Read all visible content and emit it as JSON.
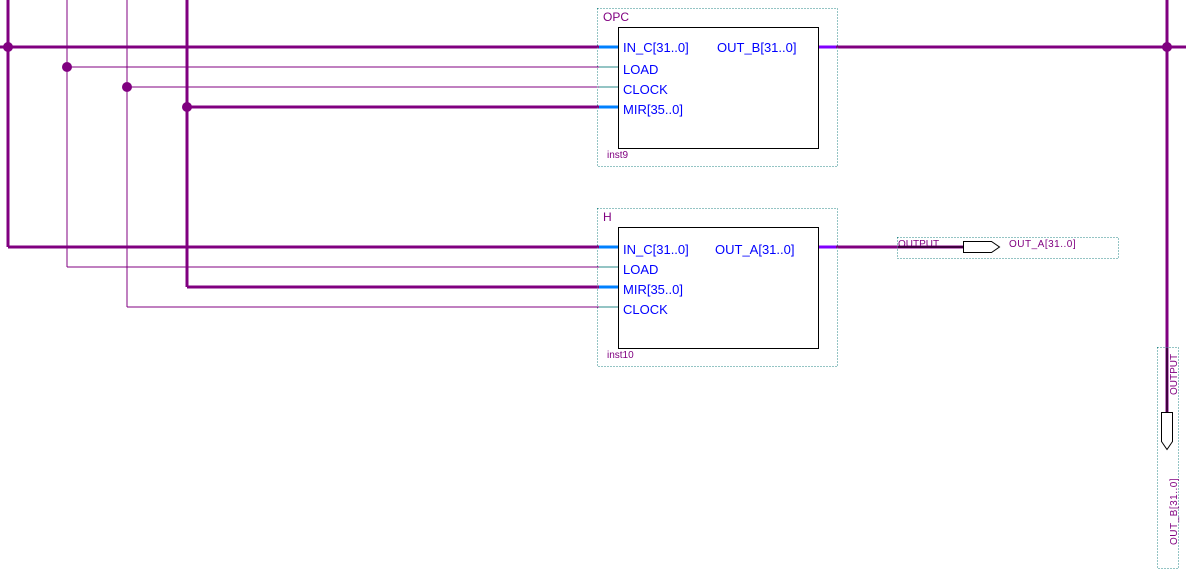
{
  "blocks": [
    {
      "name": "OPC",
      "instance": "inst9",
      "inputs": [
        "IN_C[31..0]",
        "LOAD",
        "CLOCK",
        "MIR[35..0]"
      ],
      "output": "OUT_B[31..0]"
    },
    {
      "name": "H",
      "instance": "inst10",
      "inputs": [
        "IN_C[31..0]",
        "LOAD",
        "MIR[35..0]",
        "CLOCK"
      ],
      "output": "OUT_A[31..0]"
    }
  ],
  "pins": [
    {
      "type": "OUTPUT",
      "name": "OUT_A[31..0]"
    },
    {
      "type": "OUTPUT",
      "name": "OUT_B[31..0]"
    }
  ],
  "colors": {
    "wire": "#800080",
    "port_text": "#0000ff",
    "bus_stub": "#0080ff",
    "out_stub": "#8000ff",
    "frame": "#2a8a8a",
    "block_border": "#000000"
  }
}
